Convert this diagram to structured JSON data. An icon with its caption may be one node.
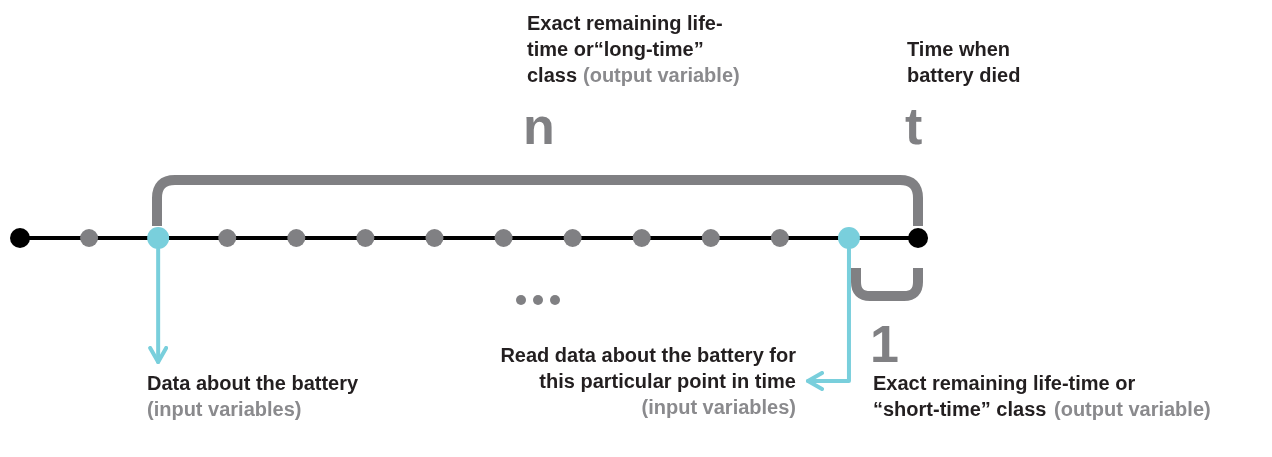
{
  "diagram": {
    "nodes": [
      {
        "text": [],
        "shape": "circle"
      },
      {
        "text": [
          "Data about the battery",
          "(input variables)"
        ]
      },
      {
        "text": [],
        "shape": "circle"
      },
      {
        "text": [
          "Read data about the battery for this particular point in time",
          "(input variables)"
        ]
      }
    ],
    "edges": [
      {
        "from": 0,
        "to": 1,
        "arrow": "to"
      },
      {
        "from": 2,
        "to": 3,
        "arrow": "to"
      }
    ],
    "labels": [
      "**Exact remaining life-time** or**“long-time” class**",
      "(output variable)",
      "n",
      "Time when battery died",
      "t",
      "1",
      "**Exact remaining life-time** or **“short-time” class**",
      "(output variable)"
    ]
  }
}
